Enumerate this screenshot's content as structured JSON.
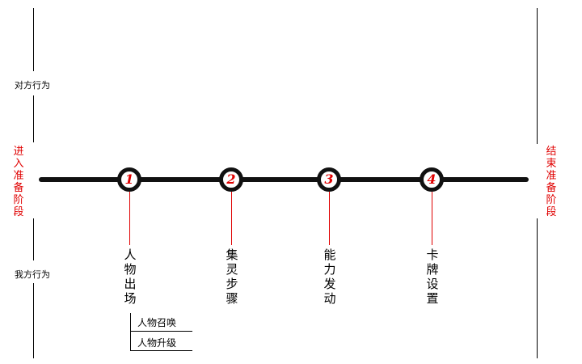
{
  "side_labels": {
    "opponent_action": "对方行为",
    "my_action": "我方行为",
    "enter_phase": "进入准备阶段",
    "end_phase": "结束准备阶段"
  },
  "steps": [
    {
      "number": "1",
      "label": "人物出场"
    },
    {
      "number": "2",
      "label": "集灵步骤"
    },
    {
      "number": "3",
      "label": "能力发动"
    },
    {
      "number": "4",
      "label": "卡牌设置"
    }
  ],
  "sub_steps": [
    "人物召唤",
    "人物升级"
  ],
  "colors": {
    "accent": "#e00000",
    "line": "#111111"
  }
}
